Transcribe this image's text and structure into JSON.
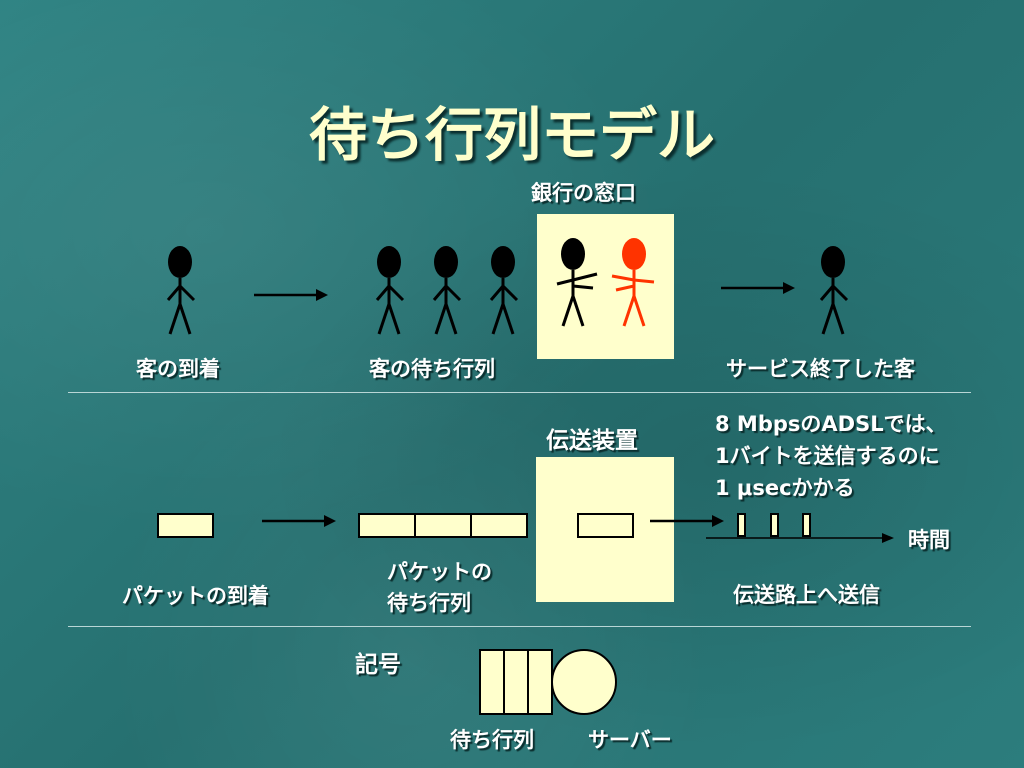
{
  "title": "待ち行列モデル",
  "section_bank": {
    "window_label": "銀行の窓口",
    "arrival_label": "客の到着",
    "queue_label": "客の待ち行列",
    "done_label": "サービス終了した客"
  },
  "section_network": {
    "device_label": "伝送装置",
    "note_line1": "8 MbpsのADSLでは、",
    "note_line2": "1バイトを送信するのに",
    "note_line3": "1 μsecかかる",
    "time_label": "時間",
    "arrival_label": "パケットの到着",
    "queue_line1": "パケットの",
    "queue_line2": "待ち行列",
    "transmit_label": "伝送路上へ送信"
  },
  "legend": {
    "heading": "記号",
    "queue_label": "待ち行列",
    "server_label": "サーバー"
  },
  "colors": {
    "background": "#2a7b7b",
    "title": "#ffffcc",
    "cream": "#ffffcc",
    "served_person": "#ff3300",
    "person": "#000000"
  }
}
